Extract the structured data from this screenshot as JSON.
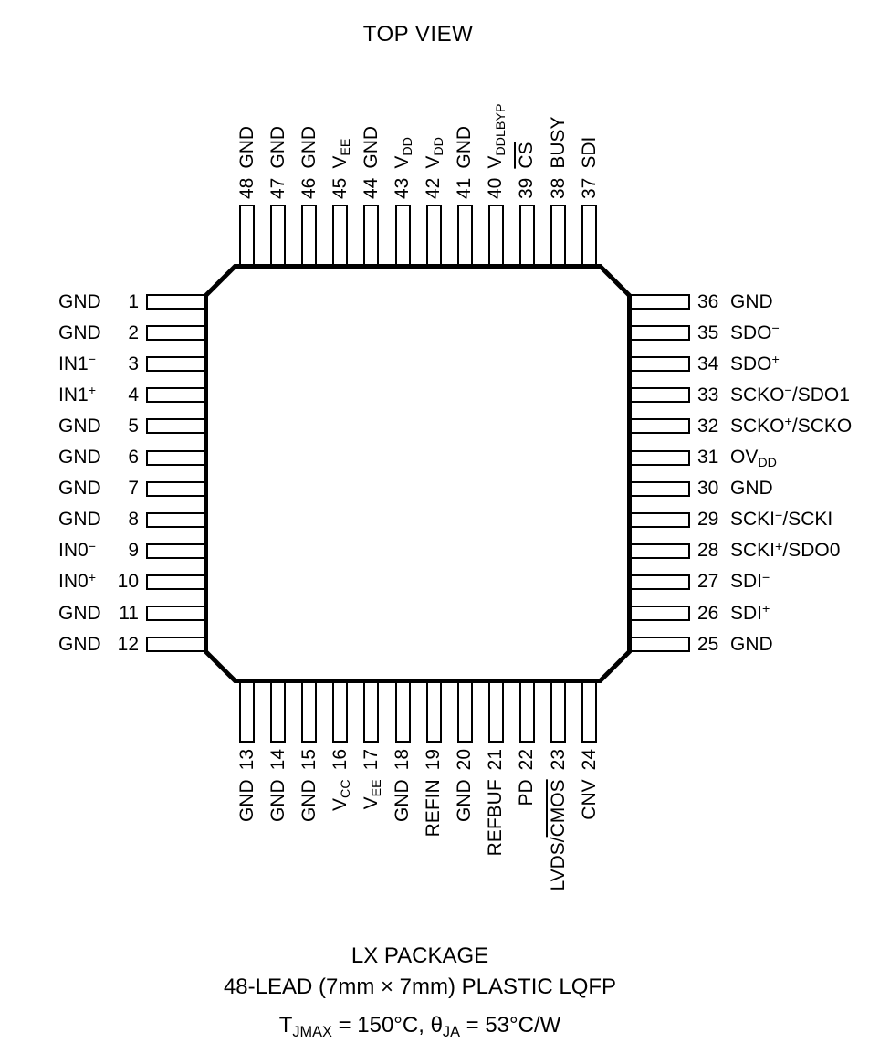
{
  "title": "TOP VIEW",
  "package": {
    "line1": "LX PACKAGE",
    "line2": "48-LEAD (7mm × 7mm) PLASTIC LQFP",
    "line3": "T~JMAX~ = 150°C, θ~JA~ = 53°C/W"
  },
  "pins": {
    "left": [
      {
        "num": 1,
        "label": "GND"
      },
      {
        "num": 2,
        "label": "GND"
      },
      {
        "num": 3,
        "label": "IN1^−^"
      },
      {
        "num": 4,
        "label": "IN1^+^"
      },
      {
        "num": 5,
        "label": "GND"
      },
      {
        "num": 6,
        "label": "GND"
      },
      {
        "num": 7,
        "label": "GND"
      },
      {
        "num": 8,
        "label": "GND"
      },
      {
        "num": 9,
        "label": "IN0^−^"
      },
      {
        "num": 10,
        "label": "IN0^+^"
      },
      {
        "num": 11,
        "label": "GND"
      },
      {
        "num": 12,
        "label": "GND"
      }
    ],
    "bottom": [
      {
        "num": 13,
        "label": "GND"
      },
      {
        "num": 14,
        "label": "GND"
      },
      {
        "num": 15,
        "label": "GND"
      },
      {
        "num": 16,
        "label": "V~CC~"
      },
      {
        "num": 17,
        "label": "V~EE~"
      },
      {
        "num": 18,
        "label": "GND"
      },
      {
        "num": 19,
        "label": "REFIN"
      },
      {
        "num": 20,
        "label": "GND"
      },
      {
        "num": 21,
        "label": "REFBUF"
      },
      {
        "num": 22,
        "label": "PD"
      },
      {
        "num": 23,
        "label": "LVDS/!CMOS!"
      },
      {
        "num": 24,
        "label": "CNV"
      }
    ],
    "right": [
      {
        "num": 36,
        "label": "GND"
      },
      {
        "num": 35,
        "label": "SDO^−^"
      },
      {
        "num": 34,
        "label": "SDO^+^"
      },
      {
        "num": 33,
        "label": "SCKO^−^/SDO1"
      },
      {
        "num": 32,
        "label": "SCKO^+^/SCKO"
      },
      {
        "num": 31,
        "label": "OV~DD~"
      },
      {
        "num": 30,
        "label": "GND"
      },
      {
        "num": 29,
        "label": "SCKI^−^/SCKI"
      },
      {
        "num": 28,
        "label": "SCKI^+^/SDO0"
      },
      {
        "num": 27,
        "label": "SDI^−^"
      },
      {
        "num": 26,
        "label": "SDI^+^"
      },
      {
        "num": 25,
        "label": "GND"
      }
    ],
    "top": [
      {
        "num": 48,
        "label": "GND"
      },
      {
        "num": 47,
        "label": "GND"
      },
      {
        "num": 46,
        "label": "GND"
      },
      {
        "num": 45,
        "label": "V~EE~"
      },
      {
        "num": 44,
        "label": "GND"
      },
      {
        "num": 43,
        "label": "V~DD~"
      },
      {
        "num": 42,
        "label": "V~DD~"
      },
      {
        "num": 41,
        "label": "GND"
      },
      {
        "num": 40,
        "label": "V~DDLBYP~"
      },
      {
        "num": 39,
        "label": "!CS!"
      },
      {
        "num": 38,
        "label": "BUSY"
      },
      {
        "num": 37,
        "label": "SDI"
      }
    ]
  }
}
